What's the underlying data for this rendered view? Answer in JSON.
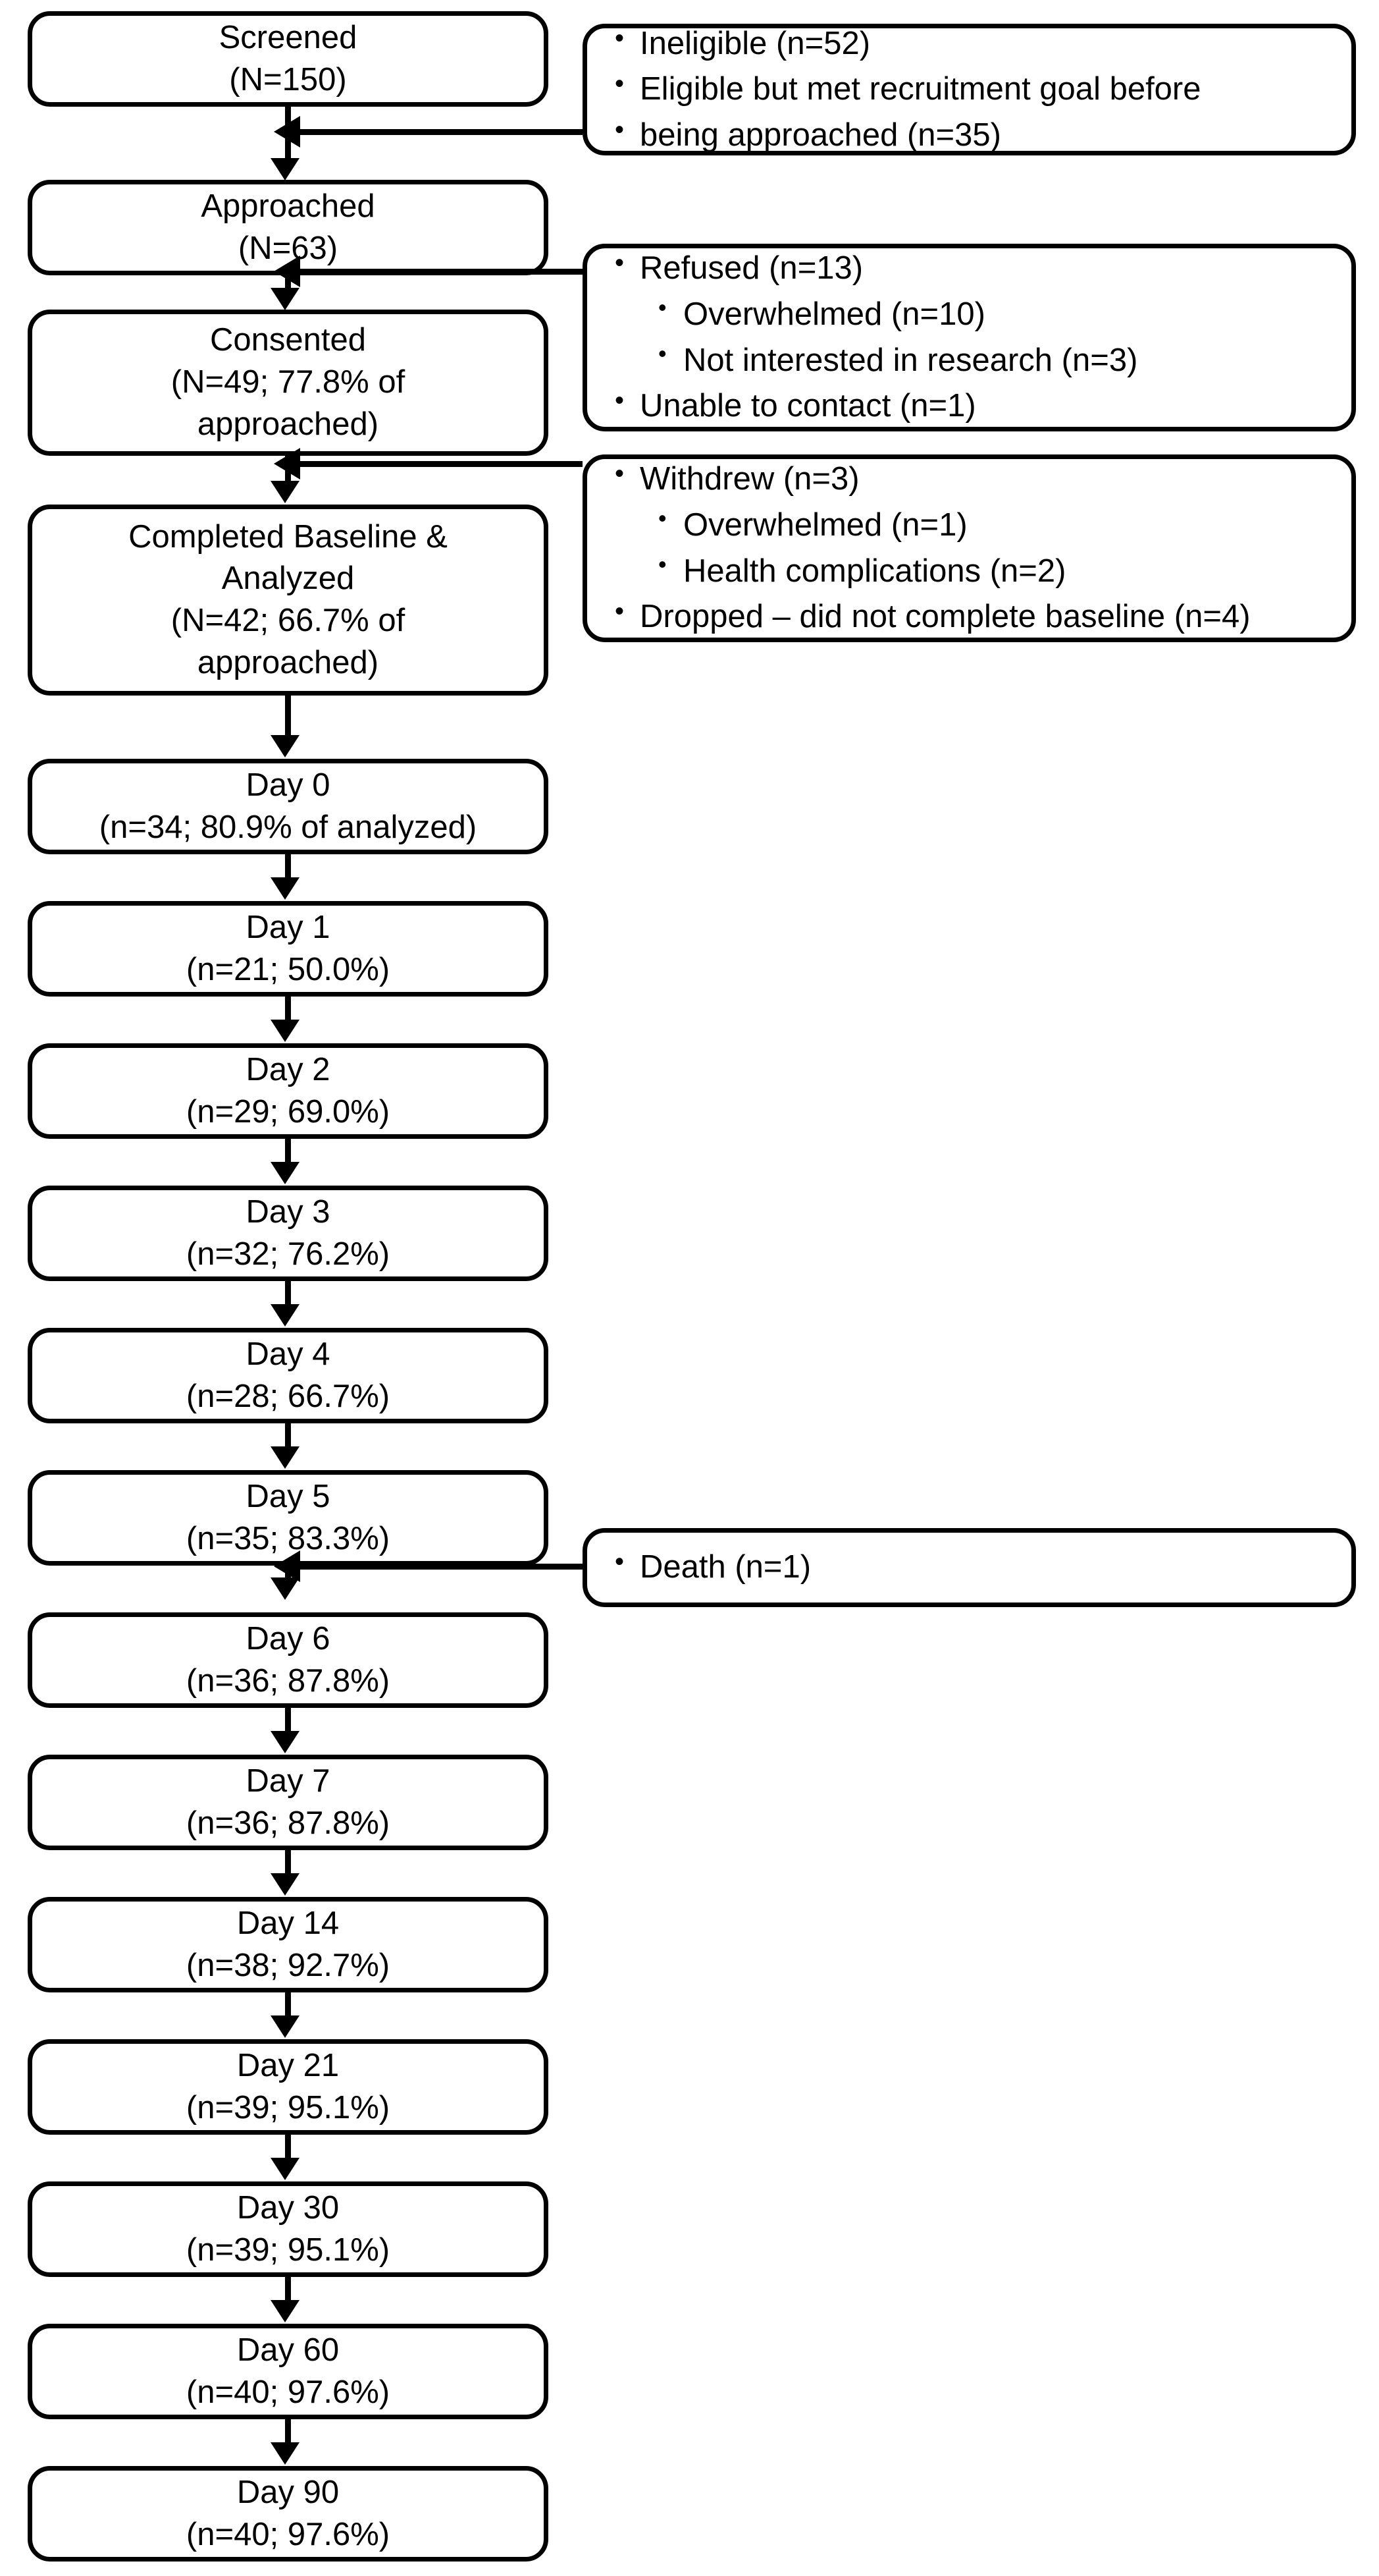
{
  "diagram": {
    "title": "Participant Flow Diagram",
    "type": "consort-flowchart",
    "stroke_color": "#000000",
    "background_color": "#ffffff"
  },
  "main_flow": [
    {
      "id": "screened",
      "label": "Screened",
      "detail": "(N=150)",
      "n": 150
    },
    {
      "id": "approached",
      "label": "Approached",
      "detail": "(N=63)",
      "n": 63
    },
    {
      "id": "consented",
      "label": "Consented",
      "detail": "(N=49; 77.8% of",
      "detail2": "approached)",
      "n": 49,
      "pct": 77.8
    },
    {
      "id": "baseline",
      "label": "Completed Baseline &",
      "label2": "Analyzed",
      "detail": "(N=42; 66.7% of",
      "detail2": "approached)",
      "n": 42,
      "pct": 66.7
    },
    {
      "id": "day0",
      "label": "Day 0",
      "detail": "(n=34; 80.9% of analyzed)",
      "n": 34,
      "pct": 80.9
    },
    {
      "id": "day1",
      "label": "Day 1",
      "detail": "(n=21; 50.0%)",
      "n": 21,
      "pct": 50.0
    },
    {
      "id": "day2",
      "label": "Day 2",
      "detail": "(n=29; 69.0%)",
      "n": 29,
      "pct": 69.0
    },
    {
      "id": "day3",
      "label": "Day 3",
      "detail": "(n=32; 76.2%)",
      "n": 32,
      "pct": 76.2
    },
    {
      "id": "day4",
      "label": "Day 4",
      "detail": "(n=28; 66.7%)",
      "n": 28,
      "pct": 66.7
    },
    {
      "id": "day5",
      "label": "Day 5",
      "detail": "(n=35; 83.3%)",
      "n": 35,
      "pct": 83.3
    },
    {
      "id": "day6",
      "label": "Day 6",
      "detail": "(n=36; 87.8%)",
      "n": 36,
      "pct": 87.8
    },
    {
      "id": "day7",
      "label": "Day 7",
      "detail": "(n=36; 87.8%)",
      "n": 36,
      "pct": 87.8
    },
    {
      "id": "day14",
      "label": "Day 14",
      "detail": "(n=38; 92.7%)",
      "n": 38,
      "pct": 92.7
    },
    {
      "id": "day21",
      "label": "Day 21",
      "detail": "(n=39; 95.1%)",
      "n": 39,
      "pct": 95.1
    },
    {
      "id": "day30",
      "label": "Day 30",
      "detail": "(n=39; 95.1%)",
      "n": 39,
      "pct": 95.1
    },
    {
      "id": "day60",
      "label": "Day 60",
      "detail": "(n=40; 97.6%)",
      "n": 40,
      "pct": 97.6
    },
    {
      "id": "day90",
      "label": "Day 90",
      "detail": "(n=40; 97.6%)",
      "n": 40,
      "pct": 97.6
    }
  ],
  "exclusions": [
    {
      "id": "exclusion-screened",
      "target": "approached",
      "items": [
        {
          "text": "Ineligible (n=52)",
          "level": 1,
          "n": 52
        },
        {
          "text": "Eligible but met recruitment goal before",
          "level": 1
        },
        {
          "text": "being approached (n=35)",
          "level": 0,
          "n": 35,
          "continuation": true
        }
      ]
    },
    {
      "id": "exclusion-approached",
      "target": "consented",
      "items": [
        {
          "text": "Refused (n=13)",
          "level": 1,
          "n": 13
        },
        {
          "text": "Overwhelmed (n=10)",
          "level": 2,
          "n": 10
        },
        {
          "text": "Not interested in research (n=3)",
          "level": 2,
          "n": 3
        },
        {
          "text": "Unable to contact (n=1)",
          "level": 1,
          "n": 1
        }
      ]
    },
    {
      "id": "exclusion-consented",
      "target": "baseline",
      "items": [
        {
          "text": "Withdrew (n=3)",
          "level": 1,
          "n": 3
        },
        {
          "text": "Overwhelmed (n=1)",
          "level": 2,
          "n": 1
        },
        {
          "text": "Health complications (n=2)",
          "level": 2,
          "n": 2
        },
        {
          "text": "Dropped – did not complete baseline (n=4)",
          "level": 1,
          "n": 4
        }
      ]
    },
    {
      "id": "exclusion-day5",
      "target": "day6",
      "items": [
        {
          "text": "Death (n=1)",
          "level": 1,
          "n": 1
        }
      ]
    }
  ]
}
